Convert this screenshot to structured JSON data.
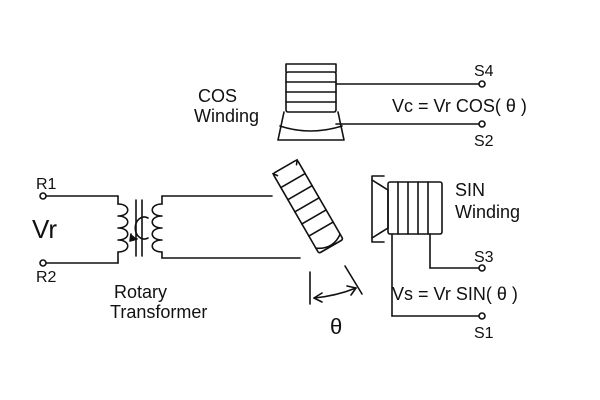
{
  "diagram": {
    "terminals": {
      "r1": "R1",
      "r2": "R2",
      "s1": "S1",
      "s2": "S2",
      "s3": "S3",
      "s4": "S4"
    },
    "labels": {
      "vr": "Vr",
      "cos_line1": "COS",
      "cos_line2": "Winding",
      "sin_line1": "SIN",
      "sin_line2": "Winding",
      "rotary_line1": "Rotary",
      "rotary_line2": "Transformer",
      "vc_formula": "Vc = Vr COS( θ )",
      "vs_formula": "Vs = Vr SIN( θ )",
      "theta": "θ"
    },
    "colors": {
      "ink": "#111111",
      "background": "#ffffff"
    }
  }
}
